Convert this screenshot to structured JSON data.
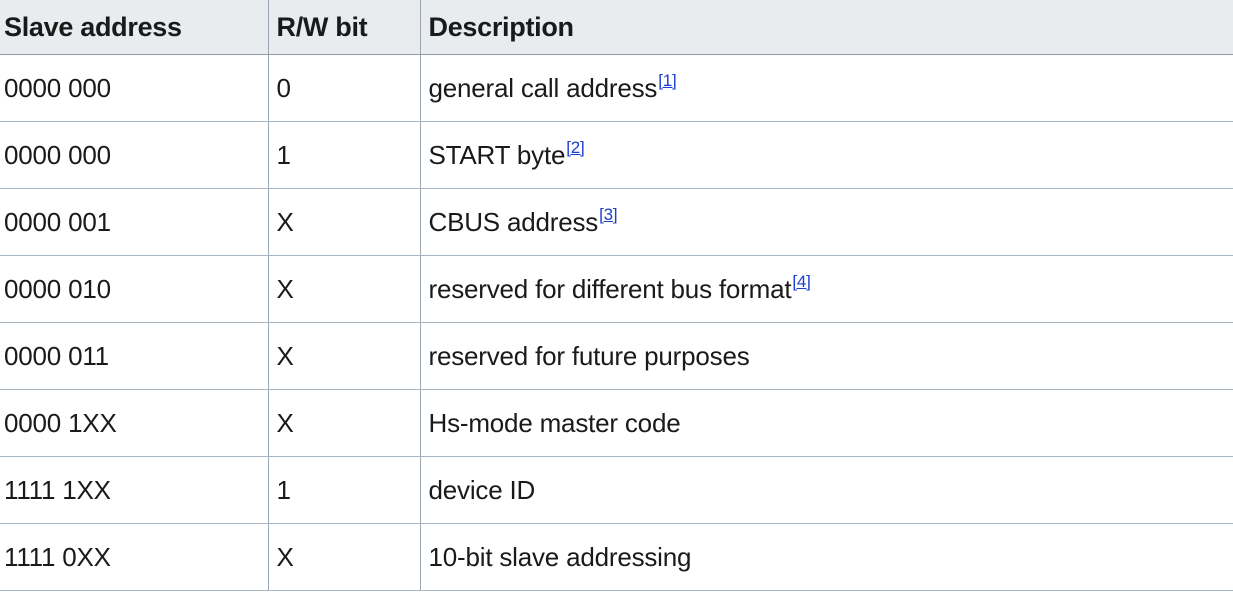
{
  "table": {
    "headers": [
      "Slave address",
      "R/W bit",
      "Description"
    ],
    "rows": [
      {
        "address": "0000 000",
        "rw": "0",
        "description": "general call address",
        "ref": "[1]"
      },
      {
        "address": "0000 000",
        "rw": "1",
        "description": "START byte",
        "ref": "[2]"
      },
      {
        "address": "0000 001",
        "rw": "X",
        "description": "CBUS address",
        "ref": "[3]"
      },
      {
        "address": "0000 010",
        "rw": "X",
        "description": "reserved for different bus format",
        "ref": "[4]"
      },
      {
        "address": "0000 011",
        "rw": "X",
        "description": "reserved for future purposes",
        "ref": ""
      },
      {
        "address": "0000 1XX",
        "rw": "X",
        "description": "Hs-mode master code",
        "ref": ""
      },
      {
        "address": "1111 1XX",
        "rw": "1",
        "description": "device ID",
        "ref": ""
      },
      {
        "address": "1111 0XX",
        "rw": "X",
        "description": "10-bit slave addressing",
        "ref": ""
      }
    ]
  },
  "colors": {
    "header_bg": "#e8ecef",
    "border": "#9aa7b2",
    "link": "#1b3fd1"
  }
}
